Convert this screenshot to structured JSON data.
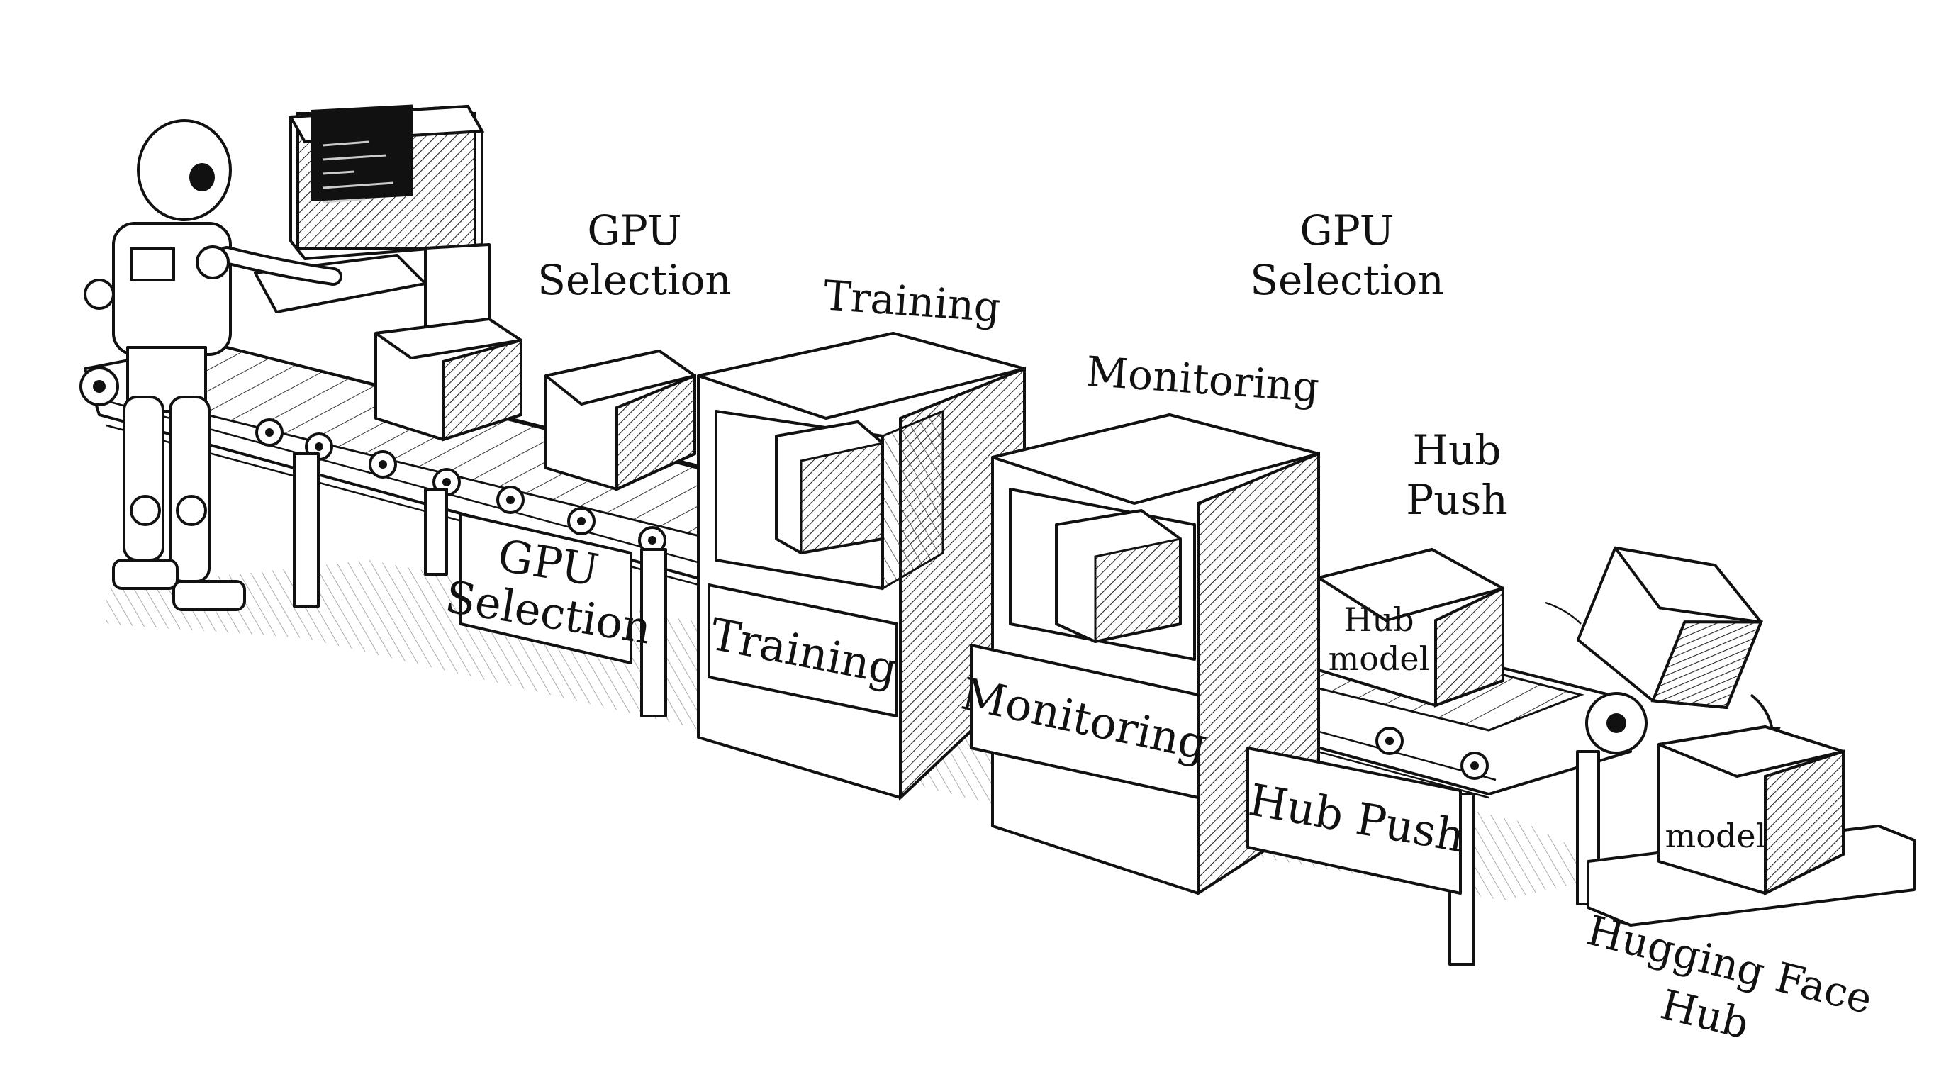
{
  "floating_labels": {
    "gpu_selection_1": [
      "GPU",
      "Selection"
    ],
    "training": "Training",
    "monitoring": "Monitoring",
    "gpu_selection_2": [
      "GPU",
      "Selection"
    ],
    "hub_push": [
      "Hub",
      "Push"
    ],
    "hugging_face_hub": [
      "Hugging Face",
      "Hub"
    ]
  },
  "signs": {
    "gpu_selection": [
      "GPU",
      "Selection"
    ],
    "training": "Training",
    "monitoring": "Monitoring",
    "hub_push": "Hub Push"
  },
  "boxes": {
    "hub_model": [
      "Hub",
      "model"
    ],
    "model": "model"
  },
  "colors": {
    "ink": "#111111",
    "paper": "#ffffff",
    "hatch": "#555555"
  }
}
